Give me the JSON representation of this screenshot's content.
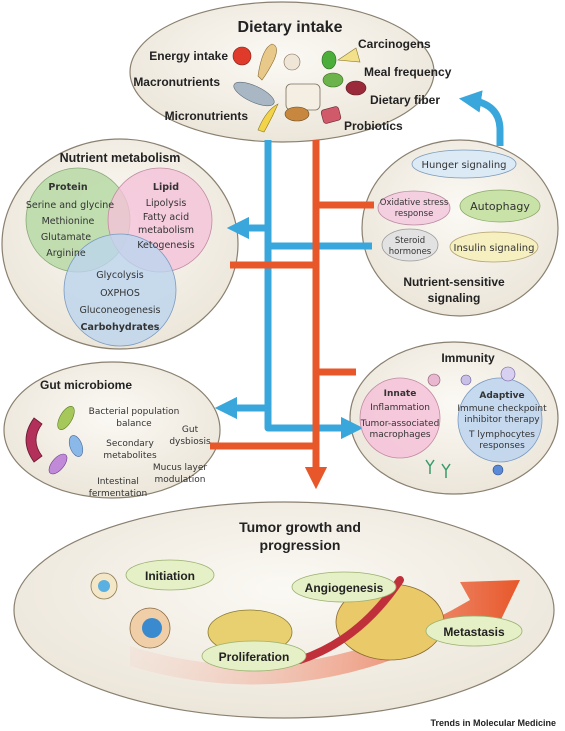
{
  "dietary_intake": {
    "title": "Dietary intake",
    "items": [
      "Energy intake",
      "Carcinogens",
      "Macronutrients",
      "Meal frequency",
      "Micronutrients",
      "Dietary fiber",
      "Probiotics"
    ]
  },
  "nutrient_metabolism": {
    "title": "Nutrient metabolism",
    "protein": {
      "title": "Protein",
      "items": [
        "Serine and glycine",
        "Methionine",
        "Glutamate",
        "Arginine"
      ]
    },
    "lipid": {
      "title": "Lipid",
      "items": [
        "Lipolysis",
        "Fatty acid",
        "metabolism",
        "Ketogenesis"
      ]
    },
    "carbohydrates": {
      "title": "Carbohydrates",
      "items": [
        "Glycolysis",
        "OXPHOS",
        "Gluconeogenesis"
      ]
    }
  },
  "nutrient_sensing": {
    "title_line1": "Nutrient-sensitive",
    "title_line2": "signaling",
    "hunger": "Hunger signaling",
    "oxidative_line1": "Oxidative stress",
    "oxidative_line2": "response",
    "autophagy": "Autophagy",
    "steroid_line1": "Steroid",
    "steroid_line2": "hormones",
    "insulin": "Insulin signaling"
  },
  "immunity": {
    "title": "Immunity",
    "innate": {
      "title": "Innate",
      "items": [
        "Inflammation",
        "Tumor-associated",
        "macrophages"
      ]
    },
    "adaptive": {
      "title": "Adaptive",
      "items": [
        "Immune checkpoint",
        "inhibitor therapy",
        "T lymphocytes",
        "responses"
      ]
    }
  },
  "gut_microbiome": {
    "title": "Gut microbiome",
    "items": [
      "Bacterial population",
      "balance",
      "Gut",
      "dysbiosis",
      "Secondary",
      "metabolites",
      "Mucus layer",
      "modulation",
      "Intestinal",
      "fermentation"
    ]
  },
  "tumor": {
    "title_line1": "Tumor growth and",
    "title_line2": "progression",
    "stages": [
      "Initiation",
      "Angiogenesis",
      "Proliferation",
      "Metastasis"
    ]
  },
  "footer": "Trends in Molecular Medicine",
  "colors": {
    "blue_arrow": "#3aa7dc",
    "orange_arrow": "#e8572a",
    "protein_circle": "#b7d9a6",
    "lipid_circle": "#f4c2d8",
    "carb_circle": "#bcd4ee",
    "panel_fill": "#f4f0e8",
    "panel_stroke": "#8a8070",
    "label_pill": "#e5f0c6"
  }
}
